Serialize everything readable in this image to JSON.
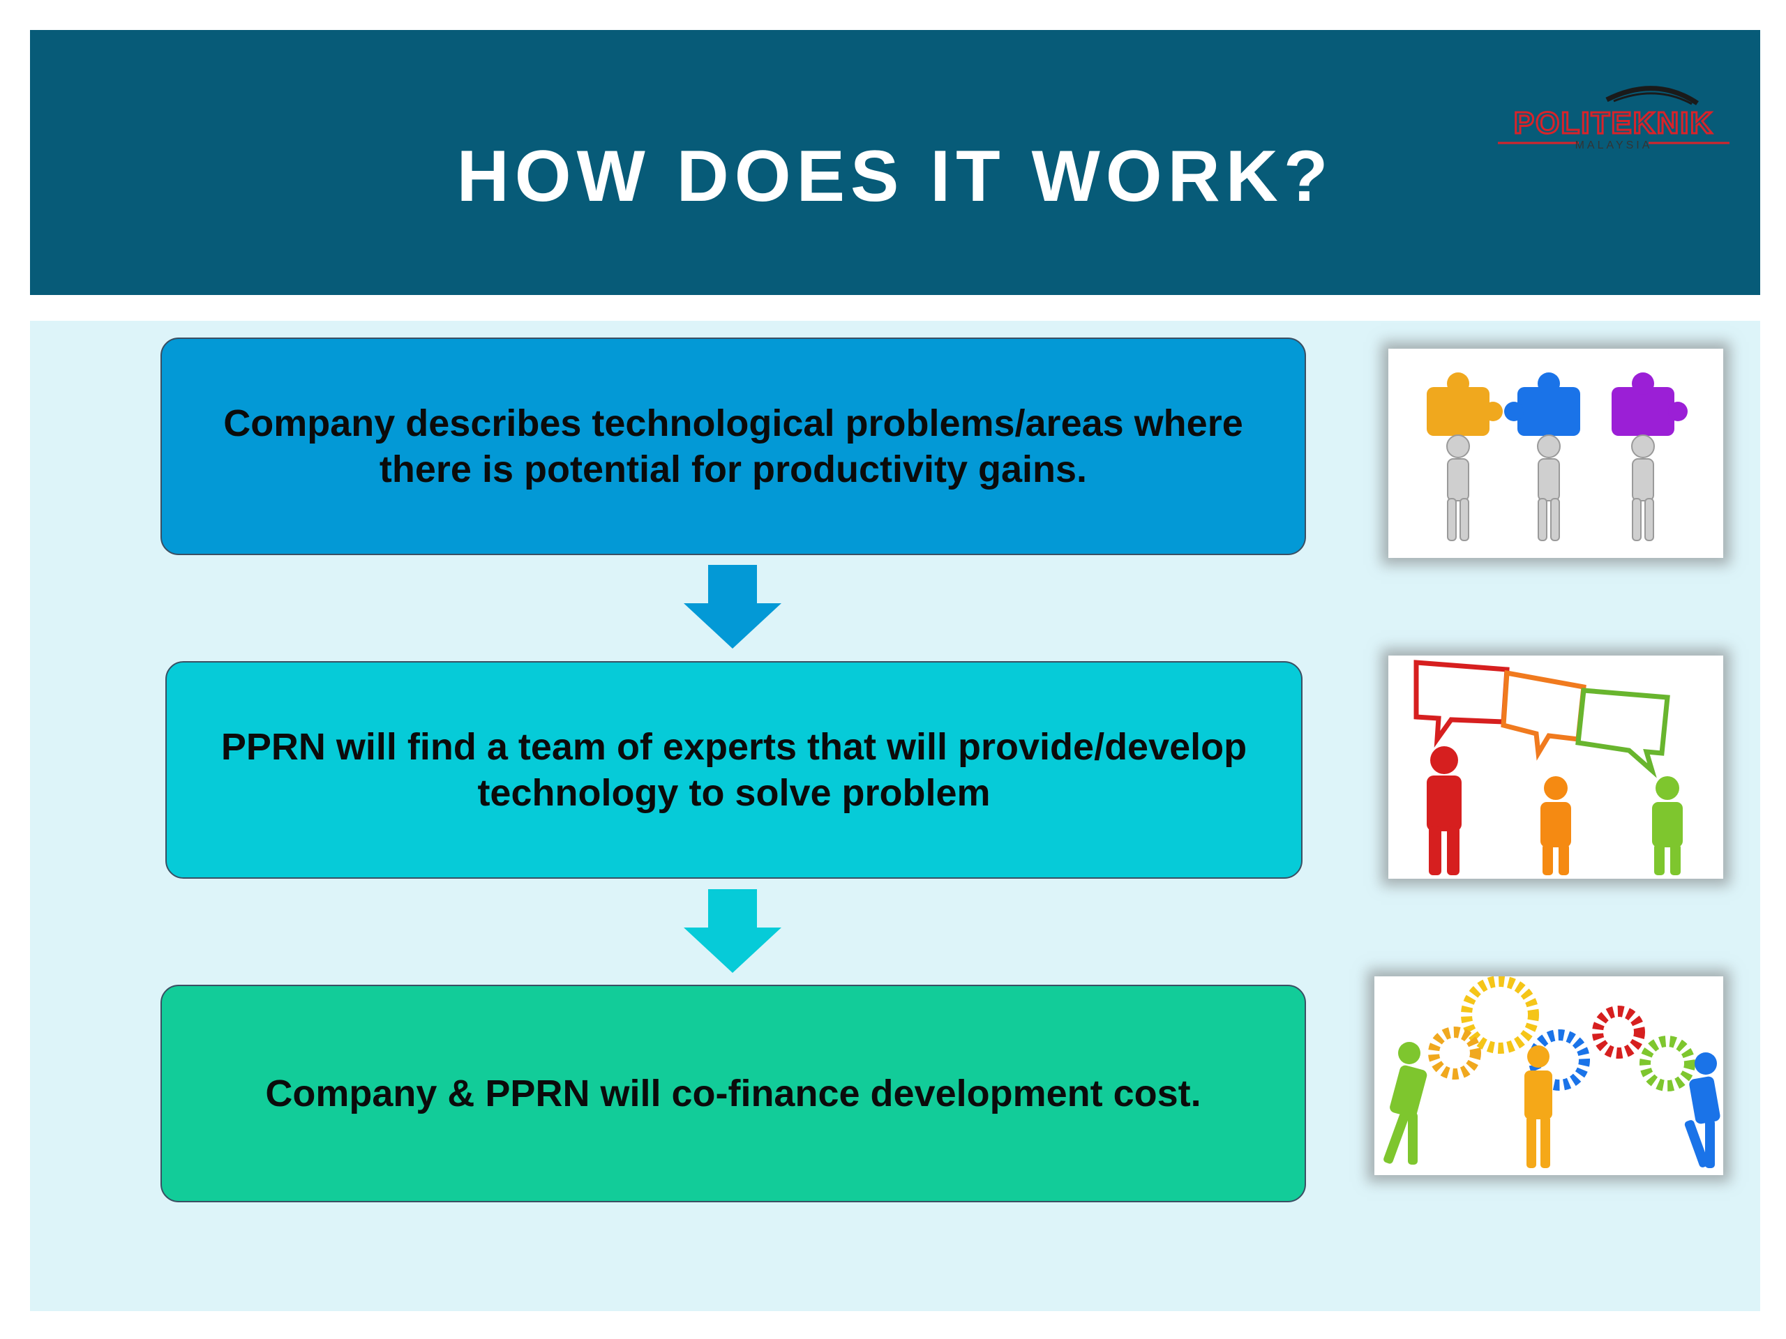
{
  "header": {
    "title": "HOW DOES IT WORK?",
    "logo": {
      "name": "POLITEKNIK",
      "subtext": "MALAYSIA",
      "color": "#d8232a"
    }
  },
  "steps": [
    {
      "text": "Company describes technological problems/areas where there is potential for productivity gains.",
      "color": "#0399d6"
    },
    {
      "text": "PPRN will find a team of experts that will provide/develop technology to solve problem",
      "color": "#06cbd8"
    },
    {
      "text": "Company & PPRN will co-finance development cost.",
      "color": "#12cc99"
    }
  ],
  "arrows": [
    {
      "icon": "arrow-down-icon",
      "color": "#0399d6"
    },
    {
      "icon": "arrow-down-icon",
      "color": "#06cbd8"
    }
  ],
  "images": [
    {
      "icon": "puzzle-people-icon"
    },
    {
      "icon": "speech-puzzle-people-icon"
    },
    {
      "icon": "gears-people-icon"
    }
  ],
  "colors": {
    "header_bg": "#075b78",
    "content_bg": "#ddf4f9"
  }
}
